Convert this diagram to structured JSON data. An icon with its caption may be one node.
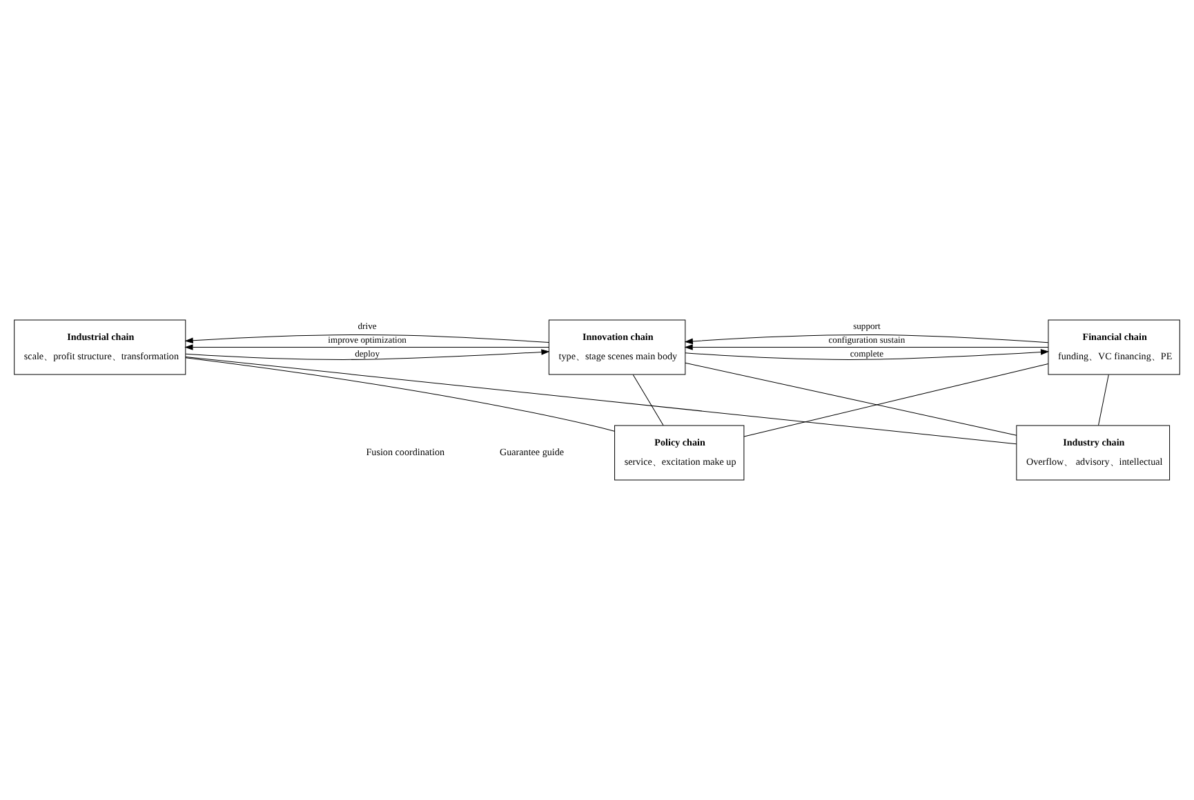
{
  "diagram": {
    "nodes": [
      {
        "text": [
          "Industrial chain",
          "scale、profit structure、transformation"
        ]
      },
      {
        "text": [
          "Innovation chain",
          "type、stage scenes main body"
        ]
      },
      {
        "text": [
          "Financial chain",
          "funding、VC financing、PE"
        ]
      },
      {
        "text": [
          "Policy chain",
          "service、excitation make up"
        ]
      },
      {
        "text": [
          "Industry chain",
          "Overflow、 advisory、intellectual"
        ]
      }
    ],
    "edges": [
      {
        "from": 0,
        "to": 1,
        "arrow": "to",
        "label": "deploy"
      },
      {
        "from": 1,
        "to": 0,
        "arrow": "to",
        "label": "drive"
      },
      {
        "from": 1,
        "to": 0,
        "arrow": "to",
        "label": "improve optimization"
      },
      {
        "from": 1,
        "to": 2,
        "arrow": "to",
        "label": "complete"
      },
      {
        "from": 2,
        "to": 1,
        "arrow": "to",
        "label": "support"
      },
      {
        "from": 2,
        "to": 1,
        "arrow": "to",
        "label": "configuration sustain"
      },
      {
        "from": 0,
        "to": 3,
        "arrow": "none"
      },
      {
        "from": 0,
        "to": 4,
        "arrow": "none"
      },
      {
        "from": 1,
        "to": 3,
        "arrow": "none"
      },
      {
        "from": 1,
        "to": 4,
        "arrow": "none"
      },
      {
        "from": 2,
        "to": 3,
        "arrow": "none"
      },
      {
        "from": 2,
        "to": 4,
        "arrow": "none"
      }
    ],
    "labels": [
      "Fusion coordination",
      "Guarantee guide"
    ]
  }
}
